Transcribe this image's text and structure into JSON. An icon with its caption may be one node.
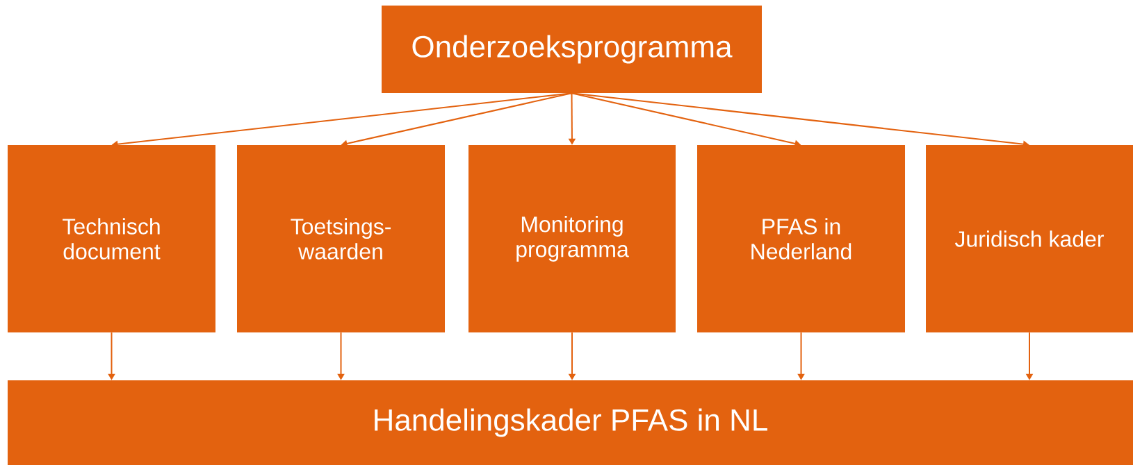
{
  "diagram": {
    "nodes": [
      {
        "text": [
          "Onderzoeksprogramma"
        ]
      },
      {
        "text": [
          "Technisch document"
        ]
      },
      {
        "text": [
          "Toetsings- waarden"
        ]
      },
      {
        "text": [
          "Monitoring programma"
        ]
      },
      {
        "text": [
          "PFAS in Nederland"
        ]
      },
      {
        "text": [
          "Juridisch kader"
        ]
      },
      {
        "text": [
          "Handelingskader PFAS in NL"
        ]
      }
    ],
    "edges": [
      {
        "from": 0,
        "to": 1,
        "arrow": "to"
      },
      {
        "from": 0,
        "to": 2,
        "arrow": "to"
      },
      {
        "from": 0,
        "to": 3,
        "arrow": "to"
      },
      {
        "from": 0,
        "to": 4,
        "arrow": "to"
      },
      {
        "from": 0,
        "to": 5,
        "arrow": "to"
      },
      {
        "from": 1,
        "to": 6,
        "arrow": "to"
      },
      {
        "from": 2,
        "to": 6,
        "arrow": "to"
      },
      {
        "from": 3,
        "to": 6,
        "arrow": "to"
      },
      {
        "from": 4,
        "to": 6,
        "arrow": "to"
      },
      {
        "from": 5,
        "to": 6,
        "arrow": "to"
      }
    ]
  }
}
